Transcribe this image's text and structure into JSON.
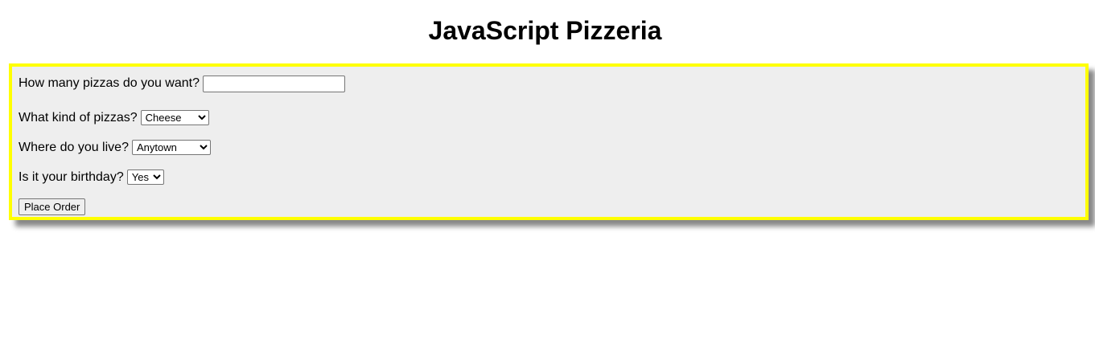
{
  "page": {
    "title": "JavaScript Pizzeria"
  },
  "colors": {
    "panel_background": "#eeeeee",
    "panel_border": "#ffff00",
    "panel_shadow": "#888888"
  },
  "form": {
    "quantity": {
      "label": "How many pizzas do you want?",
      "value": ""
    },
    "pizza_type": {
      "label": "What kind of pizzas?",
      "selected": "Cheese"
    },
    "location": {
      "label": "Where do you live?",
      "selected": "Anytown"
    },
    "birthday": {
      "label": "Is it your birthday?",
      "selected": "Yes"
    },
    "submit_label": "Place Order"
  }
}
